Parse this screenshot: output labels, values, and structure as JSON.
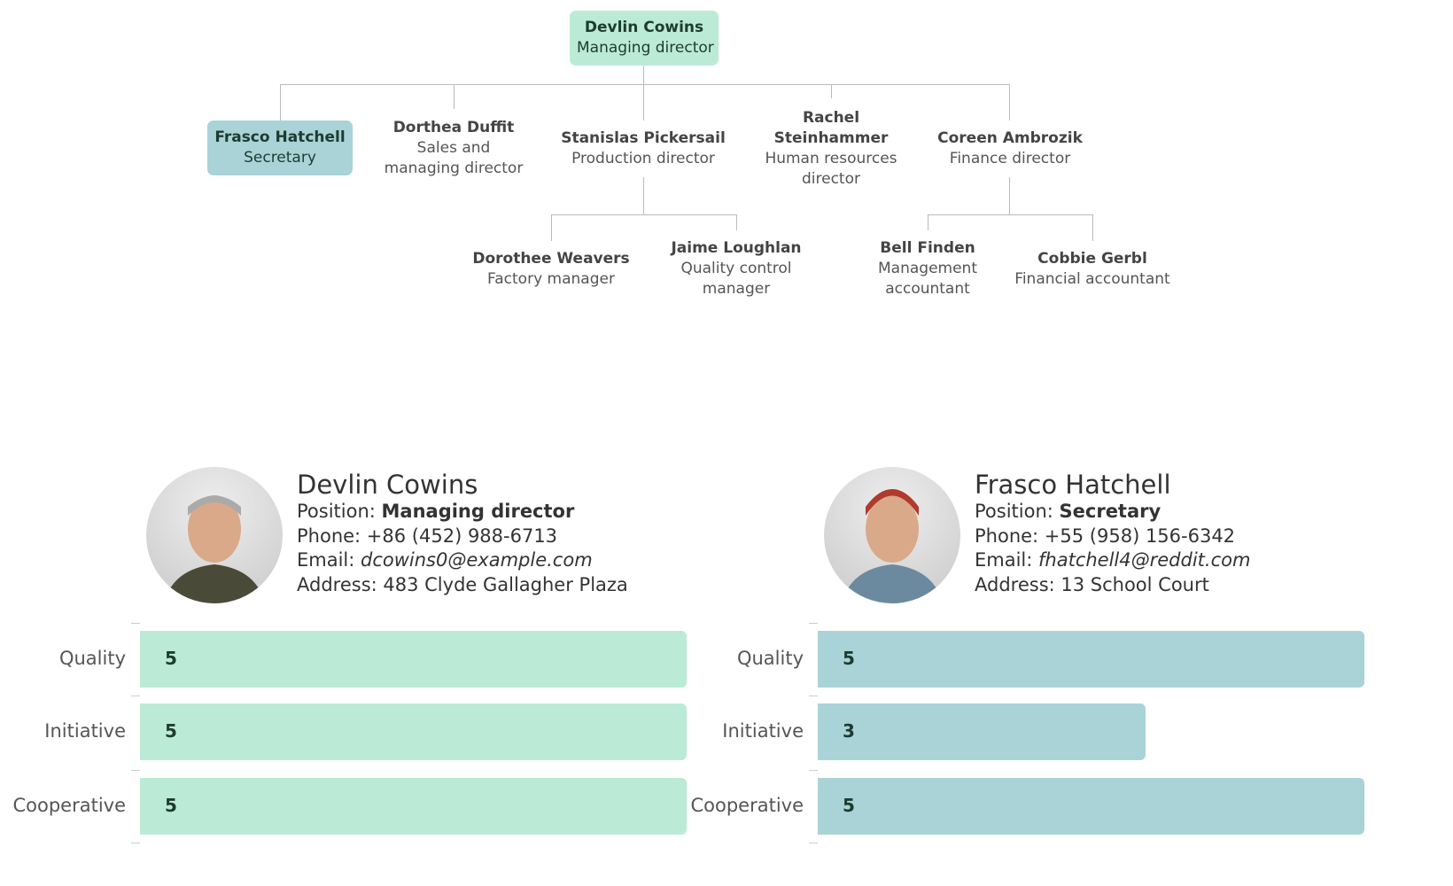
{
  "org": {
    "root": {
      "name": "Devlin Cowins",
      "title": "Managing director"
    },
    "level1": [
      {
        "name": "Frasco Hatchell",
        "title": "Secretary"
      },
      {
        "name": "Dorthea Duffit",
        "title": "Sales and managing director"
      },
      {
        "name": "Stanislas Pickersail",
        "title": "Production director"
      },
      {
        "name": "Rachel Steinhammer",
        "title": "Human resources director"
      },
      {
        "name": "Coreen Ambrozik",
        "title": "Finance director"
      }
    ],
    "level2": [
      {
        "name": "Dorothee Weavers",
        "title": "Factory manager"
      },
      {
        "name": "Jaime Loughlan",
        "title": "Quality control manager"
      },
      {
        "name": "Bell Finden",
        "title": "Management accountant"
      },
      {
        "name": "Cobbie Gerbl",
        "title": "Financial accountant"
      }
    ]
  },
  "cards": [
    {
      "name": "Devlin Cowins",
      "position_label": "Position: ",
      "position": "Managing director",
      "phone": "Phone: +86 (452) 988-6713",
      "email_label": "Email: ",
      "email": "dcowins0@example.com",
      "address": "Address: 483 Clyde Gallagher Plaza",
      "color": "#bbebd7",
      "ratings": [
        {
          "label": "Quality",
          "value": 5
        },
        {
          "label": "Initiative",
          "value": 5
        },
        {
          "label": "Cooperative",
          "value": 5
        }
      ]
    },
    {
      "name": "Frasco Hatchell",
      "position_label": "Position: ",
      "position": "Secretary",
      "phone": "Phone: +55 (958) 156-6342",
      "email_label": "Email: ",
      "email": "fhatchell4@reddit.com",
      "address": "Address: 13 School Court",
      "color": "#aad3d7",
      "ratings": [
        {
          "label": "Quality",
          "value": 5
        },
        {
          "label": "Initiative",
          "value": 3
        },
        {
          "label": "Cooperative",
          "value": 5
        }
      ]
    }
  ],
  "rating_max": 5
}
